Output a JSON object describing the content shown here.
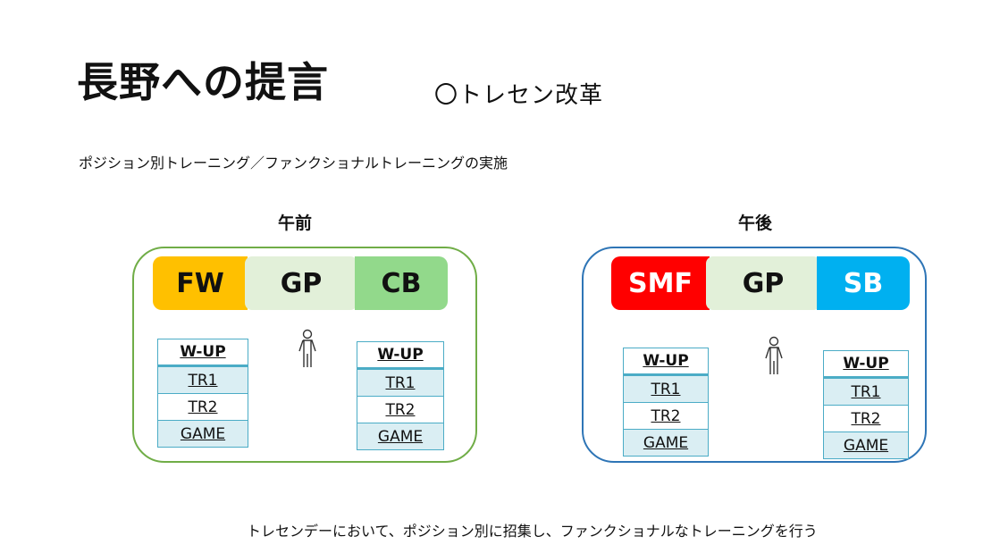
{
  "title": "長野への提言",
  "subtitle": "〇トレセン改革",
  "description": "ポジション別トレーニング／ファンクショナルトレーニングの実施",
  "sessions": [
    {
      "label": "午前",
      "positions": [
        {
          "label": "FW",
          "color": "#ffc000",
          "text_color": "#111111"
        },
        {
          "label": "GP",
          "color": "#e2f0d9",
          "text_color": "#111111"
        },
        {
          "label": "CB",
          "color": "#92d98b",
          "text_color": "#111111"
        }
      ],
      "schedule_left": [
        "W-UP",
        "TR1",
        "TR2",
        "GAME"
      ],
      "schedule_right": [
        "W-UP",
        "TR1",
        "TR2",
        "GAME"
      ],
      "border_color": "#70ad47"
    },
    {
      "label": "午後",
      "positions": [
        {
          "label": "SMF",
          "color": "#ff0000",
          "text_color": "#ffffff"
        },
        {
          "label": "GP",
          "color": "#e2f0d9",
          "text_color": "#111111"
        },
        {
          "label": "SB",
          "color": "#00b0f0",
          "text_color": "#ffffff"
        }
      ],
      "schedule_left": [
        "W-UP",
        "TR1",
        "TR2",
        "GAME"
      ],
      "schedule_right": [
        "W-UP",
        "TR1",
        "TR2",
        "GAME"
      ],
      "border_color": "#2e75b6"
    }
  ],
  "footer": "トレセンデーにおいて、ポジション別に招集し、ファンクショナルなトレーニングを行う"
}
